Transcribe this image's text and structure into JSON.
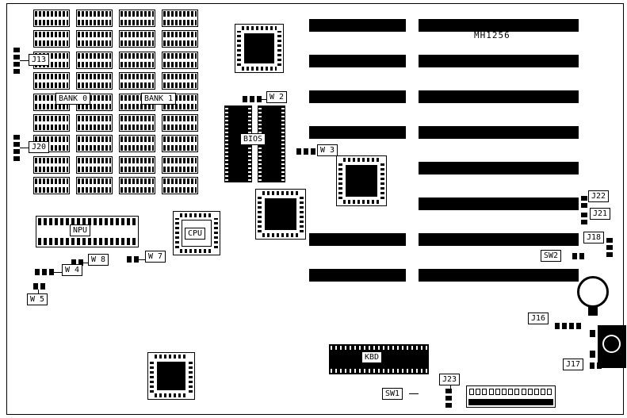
{
  "board": {
    "part_number": "MH1256"
  },
  "memory": {
    "bank0_label": "BANK 0",
    "bank1_label": "BANK 1",
    "columns": 4,
    "rows": 9
  },
  "chips": {
    "bios_label": "BIOS",
    "npu_label": "NPU",
    "cpu_label": "CPU",
    "kbd_label": "KBD"
  },
  "connectors": {
    "j13": "J13",
    "j20": "J20",
    "j16": "J16",
    "j17": "J17",
    "j18": "J18",
    "j21": "J21",
    "j22": "J22",
    "j23": "J23"
  },
  "jumpers": {
    "w2": "W 2",
    "w3": "W 3",
    "w4": "W 4",
    "w5": "W 5",
    "w7": "W 7",
    "w8": "W 8"
  },
  "switches": {
    "sw1": "SW1",
    "sw2": "SW2",
    "dip_positions": 13
  },
  "slots": {
    "count": 8
  }
}
